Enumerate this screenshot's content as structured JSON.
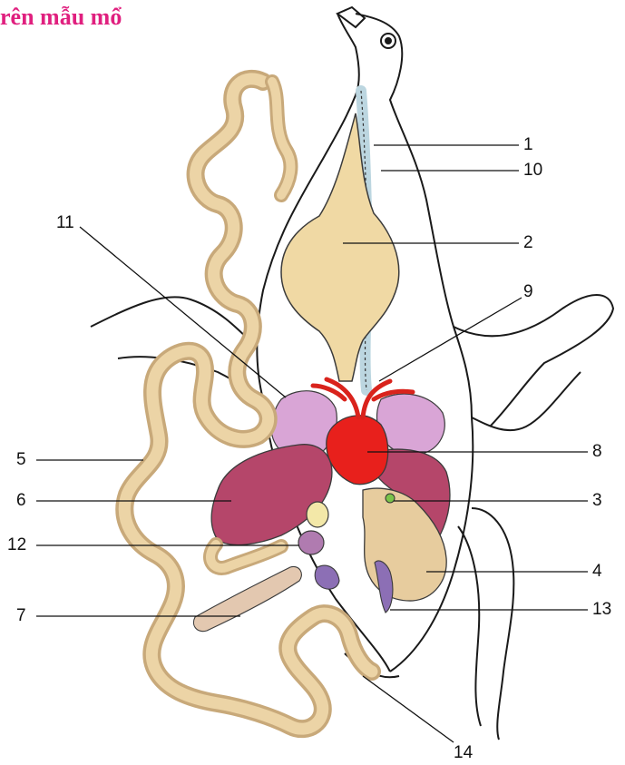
{
  "title": "rên mẫu mổ",
  "colors": {
    "title": "#e0207f",
    "crop": "#f0d9a4",
    "intestine": "#ecd4a6",
    "liver": "#b5466a",
    "lung": "#d9a5d6",
    "heart": "#e8201c",
    "trachea": "#bcd6e0",
    "vessels": "#d9231c",
    "gizzard": "#e7cc9e"
  },
  "labels": {
    "l1": "1",
    "l2": "2",
    "l3": "3",
    "l4": "4",
    "l5": "5",
    "l6": "6",
    "l7": "7",
    "l8": "8",
    "l9": "9",
    "l10": "10",
    "l11": "11",
    "l12": "12",
    "l13": "13",
    "l14": "14"
  }
}
